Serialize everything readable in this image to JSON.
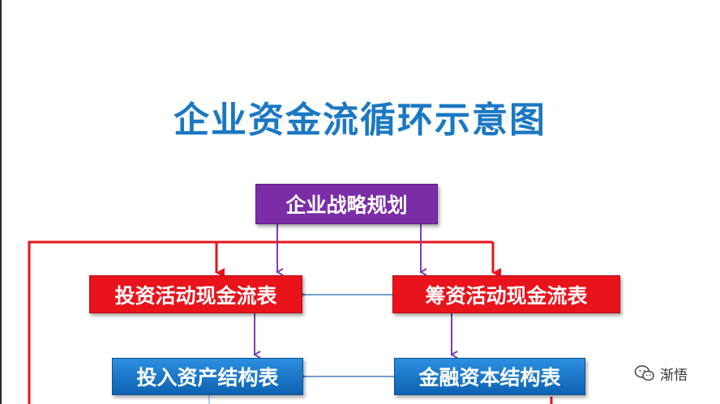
{
  "diagram": {
    "title": "企业资金流循环示意图",
    "nodes": {
      "strategy": "企业战略规划",
      "investing_cashflow": "投资活动现金流表",
      "financing_cashflow": "筹资活动现金流表",
      "asset_structure": "投入资产结构表",
      "capital_structure": "金融资本结构表"
    }
  },
  "colors": {
    "title": "#1b78c2",
    "strategy_box": "#7a2da6",
    "cashflow_box": "#e8131b",
    "structure_box": "#1a78cc",
    "red_line": "#e8131b",
    "purple_arrow": "#7a3fb0",
    "blue_arrow": "#4a7fc0"
  },
  "watermark": {
    "icon": "wechat-icon",
    "label": "渐悟"
  }
}
